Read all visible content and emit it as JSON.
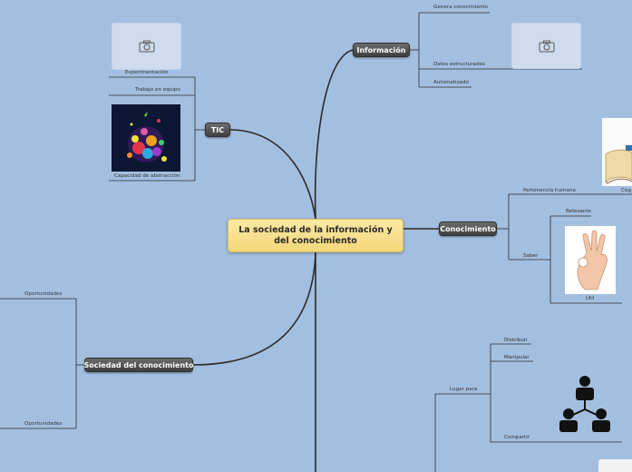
{
  "central": {
    "title": "La sociedad de la información y del conocimiento"
  },
  "branches": {
    "informacion": {
      "label": "Información",
      "items": [
        "Genera conocimiento",
        "Datos estructurados",
        "Automatizado"
      ]
    },
    "tic": {
      "label": "TIC",
      "items": [
        "Experimentación",
        "Trabajo en equipo",
        "Capacidad de abstracción"
      ]
    },
    "conocimiento": {
      "label": "Conocimiento",
      "items": [
        "Pertenencia humana",
        "Saber",
        "Relevante",
        "Útil",
        "Cog"
      ]
    },
    "sociedad": {
      "label": "Sociedad del conocimiento",
      "items": [
        "Oportunidades",
        "Oportunidades"
      ]
    },
    "lugar": {
      "label": "Lugar para",
      "items": [
        "Distribuir",
        "Manipular",
        "Compartir"
      ]
    }
  },
  "icons": [
    "camera-icon",
    "fireworks-image",
    "book-image",
    "ok-hand-image",
    "network-people-icon"
  ],
  "colors": {
    "background": "#a3bfe0",
    "central_fill": "#f6dd87",
    "node_fill": "#4f4f4f",
    "line": "#2b2b2b"
  }
}
